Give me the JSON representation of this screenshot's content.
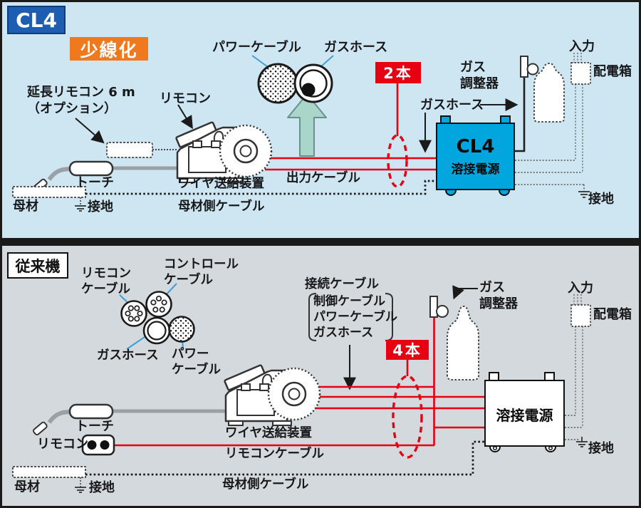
{
  "colors": {
    "top_bg": "#cde6f2",
    "bottom_bg": "#d4d9dd",
    "red": "#e60012",
    "cyan": "#00a6dd",
    "badge_blue": "#1d5db2",
    "orange": "#f0791e",
    "leader_blue": "#3f9ed6",
    "teal_arrow": "#aad6ca"
  },
  "top": {
    "badge": "CL4",
    "highlight": "少線化",
    "power_cable": "パワーケーブル",
    "gas_hose_cs": "ガスホース",
    "count": "2本",
    "ext_remote": "延長リモコン 6 m\n（オプション）",
    "remote": "リモコン",
    "torch": "トーチ",
    "feeder": "ワイヤ送給装置",
    "output_cable": "出力ケーブル",
    "gas_hose": "ガスホース",
    "gas_regulator": "ガス\n調整器",
    "input": "入力",
    "dist_box": "配電箱",
    "psu_name": "CL4",
    "psu_type": "溶接電源",
    "base_metal": "母材",
    "ground_left": "接地",
    "base_cable": "母材側ケーブル",
    "ground_right": "接地"
  },
  "bottom": {
    "badge": "従来機",
    "remote_cable": "リモコン\nケーブル",
    "control_cable": "コントロール\nケーブル",
    "gas_hose_cs": "ガスホース",
    "power_cable": "パワー\nケーブル",
    "conn_cable": "接続ケーブル",
    "conn_items": "制御ケーブル\nパワーケーブル\nガスホース",
    "count": "4本",
    "gas_regulator": "ガス\n調整器",
    "input": "入力",
    "dist_box": "配電箱",
    "psu_type": "溶接電源",
    "torch": "トーチ",
    "remote": "リモコン",
    "feeder": "ワイヤ送給装置",
    "remote_cable_line": "リモコンケーブル",
    "base_metal": "母材",
    "ground_left": "接地",
    "base_cable": "母材側ケーブル",
    "ground_right": "接地"
  }
}
